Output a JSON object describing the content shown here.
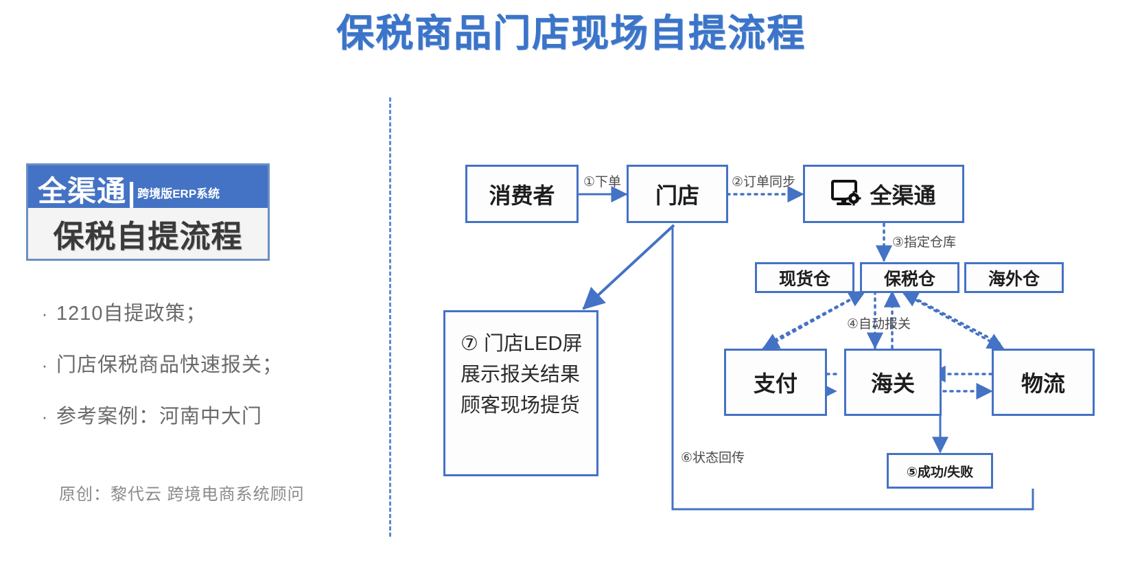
{
  "title": "保税商品门店现场自提流程",
  "accent_blue": "#4472c4",
  "title_blue": "#3b74c8",
  "logo": {
    "brand": "全渠通",
    "divider": "|",
    "subtitle": "跨境版ERP系统",
    "caption": "保税自提流程"
  },
  "bullets": [
    {
      "marker": "·",
      "text": "1210自提政策；"
    },
    {
      "marker": "·",
      "text": "门店保税商品快速报关；"
    },
    {
      "marker": "·",
      "text": "参考案例：河南中大门"
    }
  ],
  "credit": "原创：黎代云 跨境电商系统顾问",
  "diagram": {
    "nodes": {
      "consumer": "消费者",
      "store": "门店",
      "omni": "全渠通",
      "omni_icon": "monitor-gear-icon",
      "warehouse_spot": "现货仓",
      "warehouse_bonded": "保税仓",
      "warehouse_overseas": "海外仓",
      "payment": "支付",
      "customs": "海关",
      "logistics": "物流",
      "result": "⑤成功/失败",
      "led_line1": "⑦ 门店LED屏",
      "led_line2": "展示报关结果",
      "led_line3": "顾客现场提货"
    },
    "edge_labels": {
      "order": "①下单",
      "order_sync": "②订单同步",
      "assign_warehouse": "③指定仓库",
      "auto_declare": "④自动报关",
      "status_return": "⑥状态回传"
    }
  }
}
